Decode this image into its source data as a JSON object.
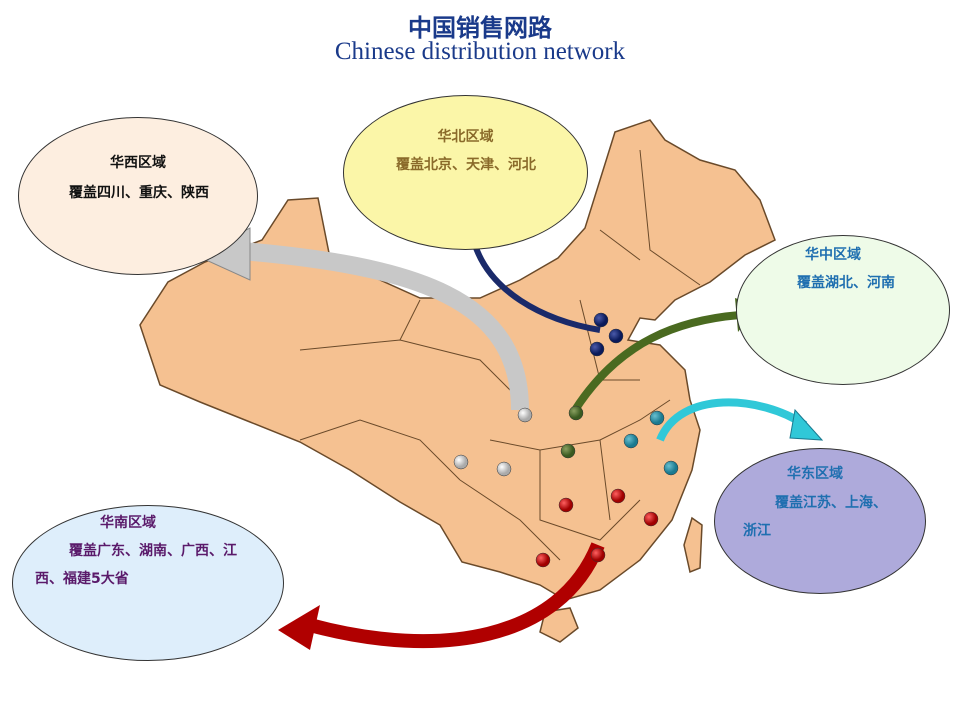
{
  "title": {
    "cn": "中国销售网路",
    "en": "Chinese distribution network"
  },
  "regions": [
    {
      "id": "west",
      "name": "华西区域",
      "text": "覆盖四川、重庆、陕西",
      "fill": "#fdeee0",
      "text_color": "#111111",
      "arrow_color": "#c8c8c8",
      "dot_color": "#d8d8d8"
    },
    {
      "id": "north",
      "name": "华北区域",
      "text": "覆盖北京、天津、河北",
      "fill": "#fbf6a8",
      "text_color": "#8a6a2a",
      "arrow_color": "#1a2a6a",
      "dot_color": "#1a2a6a"
    },
    {
      "id": "central",
      "name": "华中区域",
      "text": "覆盖湖北、河南",
      "fill": "#eefbe8",
      "text_color": "#1f6fb0",
      "arrow_color": "#4a6a20",
      "dot_color": "#4a6a30"
    },
    {
      "id": "east",
      "name": "华东区域",
      "text": "覆盖江苏、上海、",
      "text2": "浙江",
      "fill": "#aeaadb",
      "text_color": "#1f6fb0",
      "arrow_color": "#30c8d8",
      "dot_color": "#2a8aa0"
    },
    {
      "id": "south",
      "name": "华南区域",
      "text": "覆盖广东、湖南、广西、江",
      "text2": "西、福建5大省",
      "fill": "#deeefb",
      "text_color": "#5a1a6a",
      "arrow_color": "#b00000",
      "dot_color": "#d01010"
    }
  ],
  "map_fill": "#f5c191"
}
